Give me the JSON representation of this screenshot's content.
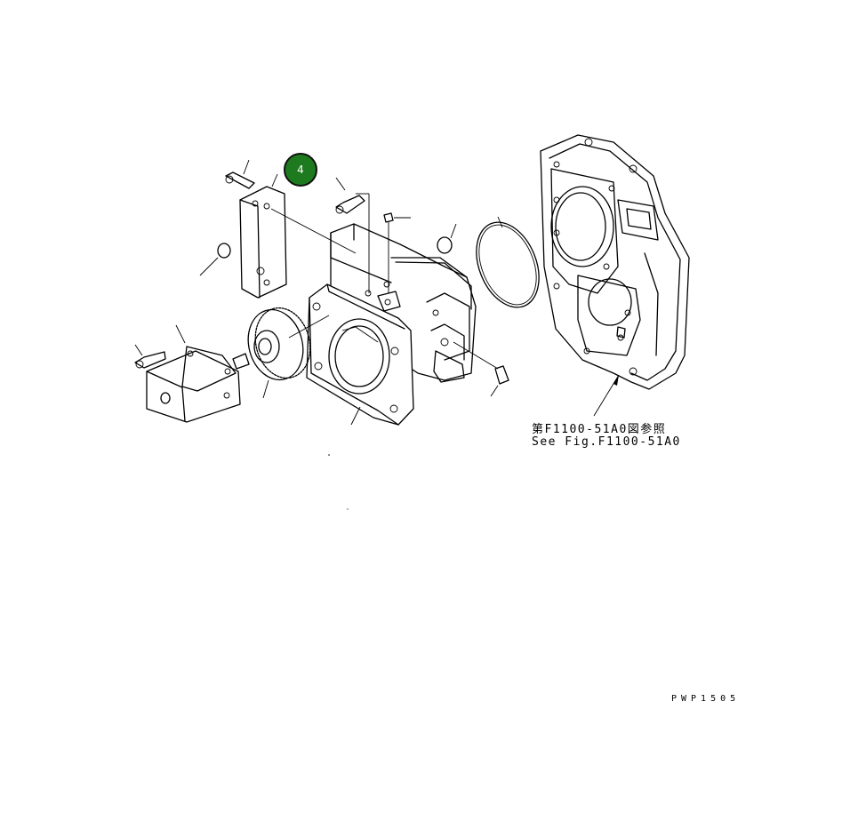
{
  "callout": {
    "label": "4",
    "color": "#1e7a1e"
  },
  "reference": {
    "line_jp": "第F1100-51A0図参照",
    "line_en": "See Fig.F1100-51A0"
  },
  "drawing_code": "PWP1505",
  "icons": [
    "bolt-icon",
    "dowel-pin-icon",
    "gear-icon",
    "o-ring-icon",
    "plug-icon"
  ]
}
